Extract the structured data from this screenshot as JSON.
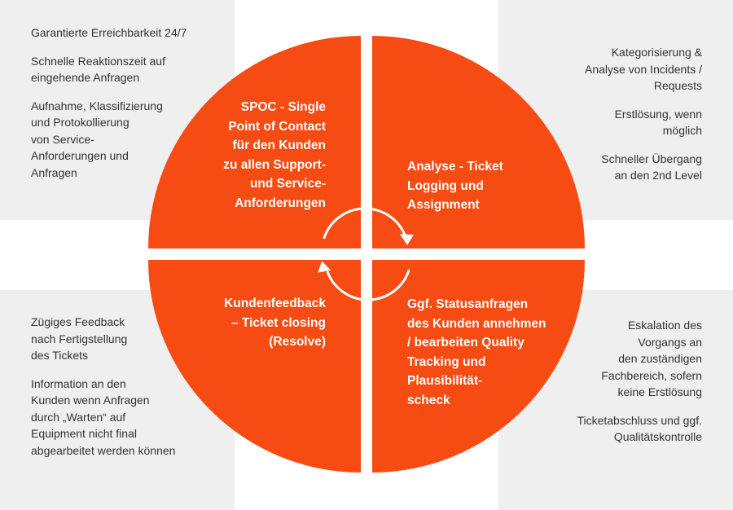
{
  "colors": {
    "accent": "#f64b12",
    "panel": "#efefef",
    "text": "#333333",
    "label": "#ffffff"
  },
  "quadrants": {
    "top_left": "SPOC - Single\nPoint of Contact\nfür den Kunden\nzu allen Support-\nund Service-\nAnforderungen",
    "top_right": "Analyse - Ticket\nLogging und\nAssignment",
    "bottom_left": "Kundenfeedback\n– Ticket closing\n(Resolve)",
    "bottom_right": "Ggf. Statusanfragen\ndes Kunden annehmen\n/ bearbeiten Quality\nTracking und\nPlausibilität-\nscheck"
  },
  "side_notes": {
    "top_left": [
      "Garantierte Erreichbarkeit 24/7",
      "Schnelle Reaktionszeit auf\neingehende Anfragen",
      "Aufnahme, Klassifizierung\nund Protokollierung\nvon Service-\nAnforderungen und\nAnfragen"
    ],
    "top_right": [
      "Kategorisierung &\nAnalyse von Incidents /\nRequests",
      "Erstlösung, wenn\nmöglich",
      "Schneller Übergang\nan den 2nd Level"
    ],
    "bottom_left": [
      "Zügiges Feedback\nnach Fertigstellung\ndes Tickets",
      "Information an den\nKunden wenn Anfragen\ndurch „Warten“ auf\nEquipment nicht final\nabgearbeitet werden können"
    ],
    "bottom_right": [
      "Eskalation des\nVorgangs an\nden zuständigen\nFachbereich, sofern\nkeine Erstlösung",
      "Ticketabschluss und ggf.\nQualitätskontrolle"
    ]
  }
}
